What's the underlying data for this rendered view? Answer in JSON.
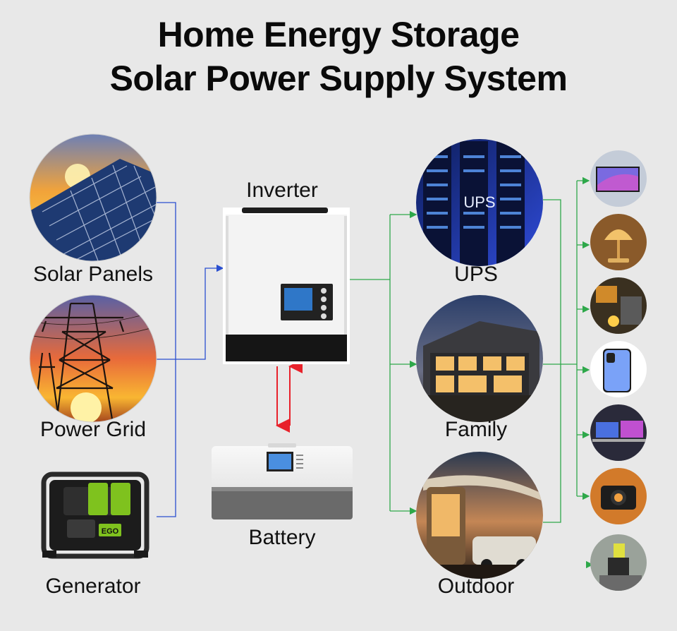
{
  "title": {
    "line1": "Home Energy Storage",
    "line2": "Solar Power Supply System"
  },
  "sources": {
    "solar": "Solar Panels",
    "grid": "Power Grid",
    "generator": "Generator"
  },
  "center": {
    "inverter": "Inverter",
    "battery": "Battery"
  },
  "outputs": {
    "ups": "UPS",
    "family": "Family",
    "outdoor": "Outdoor"
  },
  "ups_overlay_text": "UPS",
  "generator_brand": "EGO",
  "colors": {
    "input_line": "#2a4fd0",
    "output_line": "#2ea84a",
    "battery_arrow": "#e8212a"
  },
  "devices": [
    "tv-icon",
    "lamp-icon",
    "industrial-machine-icon",
    "smartphone-icon",
    "laptop-icon",
    "camera-icon",
    "power-tool-icon"
  ]
}
